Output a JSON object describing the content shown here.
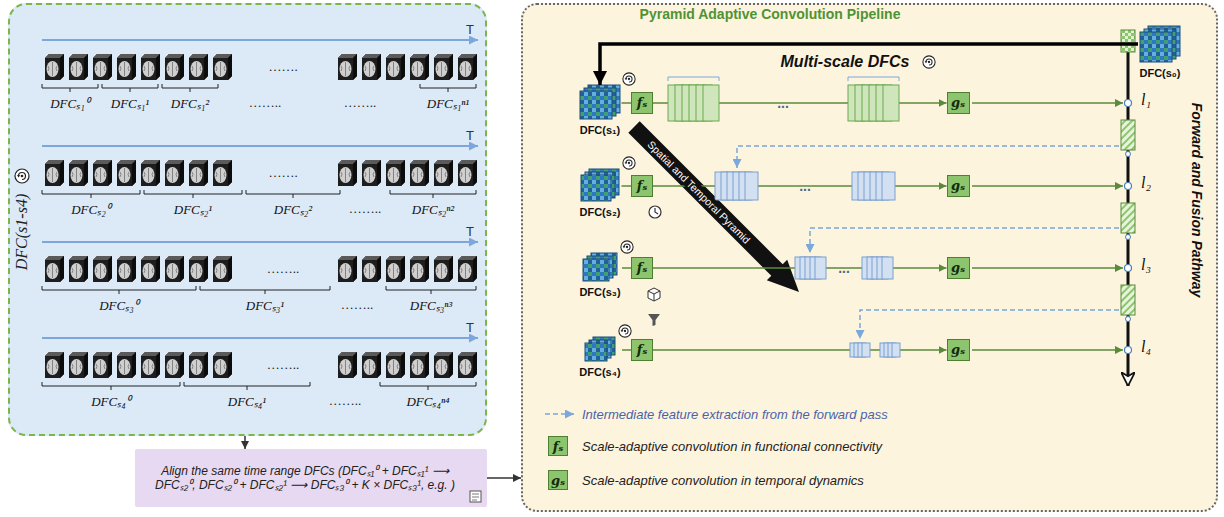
{
  "diagram": {
    "nodes": [
      {
        "text": [
          "DFC(s1-s4)"
        ]
      },
      {
        "text": [
          "Align the same time range DFCs (DFCₛ₁⁰ + DFCₛ₁¹ ⟶ DFCₛ₂⁰, DFCₛ₂⁰ + DFCₛ₂¹ ⟶ DFCₛ₃⁰ + K × DFCₛ₃¹, e.g. )"
        ]
      },
      {
        "text": [
          "Pyramid Adaptive Convolution Pipeline"
        ]
      },
      {
        "text": [
          "DFC(s₀)"
        ],
        "in": 2
      },
      {
        "text": [
          "DFC(s₁)"
        ],
        "in": 2
      },
      {
        "text": [
          "fₛ"
        ],
        "in": 2
      },
      {
        "text": [
          "gₛ"
        ],
        "in": 2
      },
      {
        "text": [
          "DFC(s₂)"
        ],
        "in": 2
      },
      {
        "text": [
          "fₛ"
        ],
        "in": 2
      },
      {
        "text": [
          "gₛ"
        ],
        "in": 2
      },
      {
        "text": [
          "DFC(s₃)"
        ],
        "in": 2
      },
      {
        "text": [
          "fₛ"
        ],
        "in": 2
      },
      {
        "text": [
          "gₛ"
        ],
        "in": 2
      },
      {
        "text": [
          "DFC(s₄)"
        ],
        "in": 2
      },
      {
        "text": [
          "fₛ"
        ],
        "in": 2
      },
      {
        "text": [
          "gₛ"
        ],
        "in": 2
      }
    ],
    "edges": [
      {
        "from": 0,
        "to": 1,
        "arrow": "to"
      },
      {
        "from": 1,
        "to": 2,
        "arrow": "to"
      },
      {
        "from": 3,
        "to": 4,
        "arrow": "to",
        "label": "Multi-scale DFCs"
      },
      {
        "from": 4,
        "to": 5,
        "arrow": "none"
      },
      {
        "from": 5,
        "to": 6,
        "arrow": "to"
      },
      {
        "from": 7,
        "to": 8,
        "arrow": "none"
      },
      {
        "from": 8,
        "to": 9,
        "arrow": "to"
      },
      {
        "from": 10,
        "to": 11,
        "arrow": "none"
      },
      {
        "from": 11,
        "to": 12,
        "arrow": "to"
      },
      {
        "from": 13,
        "to": 14,
        "arrow": "none"
      },
      {
        "from": 14,
        "to": 15,
        "arrow": "to"
      }
    ],
    "labels": [
      "T",
      "T",
      "T",
      "T",
      "…….",
      "…….",
      "……..",
      "……..",
      "DFCₛ₁⁰",
      "DFCₛ₁¹",
      "DFCₛ₁²",
      "……..",
      "……..",
      "DFCₛ₁ⁿ¹",
      "DFCₛ₂⁰",
      "DFCₛ₂¹",
      "DFCₛ₂²",
      "……..",
      "DFCₛ₂ⁿ²",
      "DFCₛ₃⁰",
      "DFCₛ₃¹",
      "……..",
      "DFCₛ₃ⁿ³",
      "DFCₛ₄⁰",
      "DFCₛ₄¹",
      "……..",
      "DFCₛ₄ⁿ⁴",
      "l₁",
      "l₂",
      "l₃",
      "l₄",
      "Forward and Fusion Pathway",
      "Spatial and Temporal Pyramid",
      "...",
      "...",
      "...",
      "fₛ",
      "gₛ"
    ],
    "legend": [
      {
        "text": "Intermediate feature extraction from the forward pass"
      },
      {
        "text": "Scale-adaptive convolution in functional connectivity",
        "color": "#8cc56d"
      },
      {
        "text": "Scale-adaptive convolution in temporal dynamics",
        "color": "#8cc56d"
      }
    ]
  }
}
